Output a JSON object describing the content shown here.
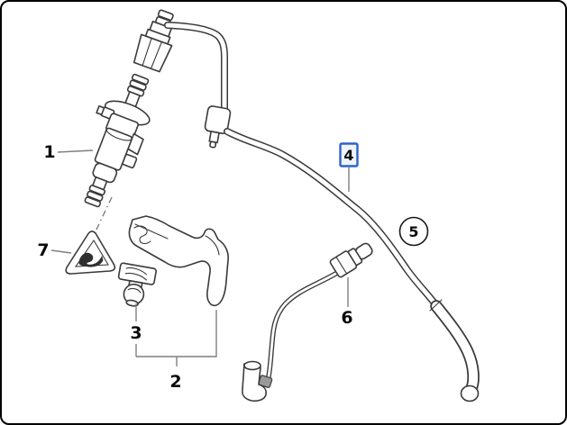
{
  "diagram": {
    "background": "#ffffff",
    "line_color": "#3a3a3a",
    "leader_color": "#7f7f7f",
    "label_color": "#0a0a0a"
  },
  "callouts": {
    "part1": {
      "number": "1"
    },
    "part2": {
      "number": "2"
    },
    "part3": {
      "number": "3"
    },
    "part4": {
      "number": "4",
      "selected": true,
      "highlight_border": "#2f62c8",
      "highlight_fill": "#eef3fc"
    },
    "part5": {
      "number": "5",
      "shape": "circle"
    },
    "part6": {
      "number": "6"
    },
    "part7": {
      "number": "7",
      "icon": "warning-triangle-icon"
    }
  }
}
